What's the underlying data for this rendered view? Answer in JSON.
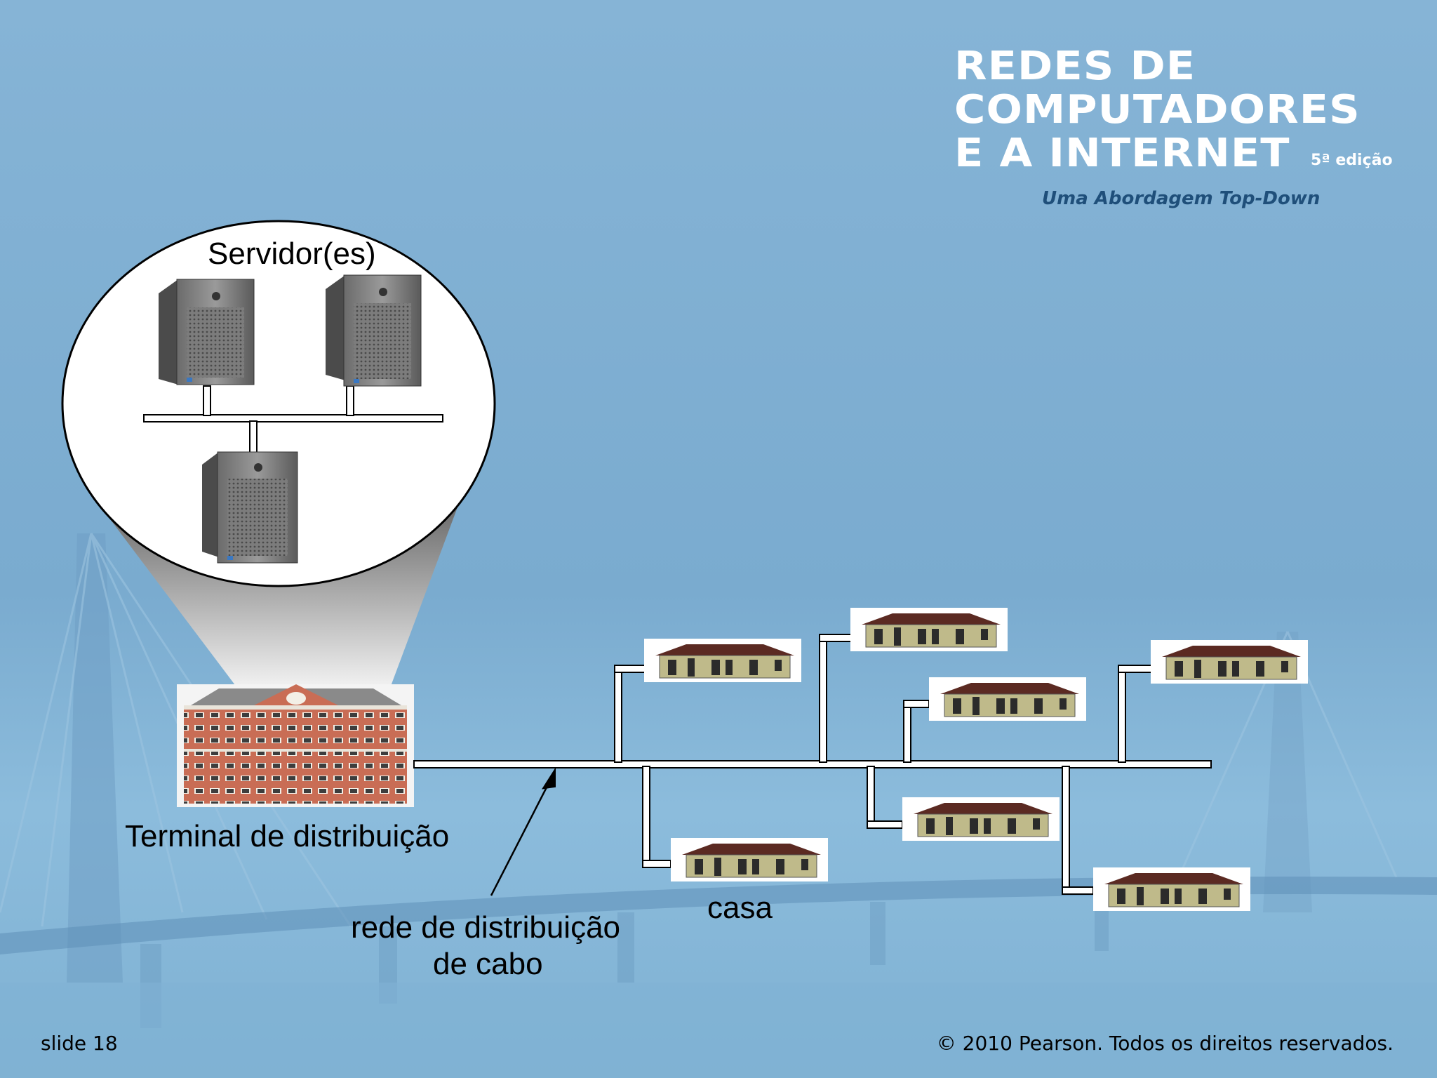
{
  "logo": {
    "line1": "REDES DE",
    "line2": "COMPUTADORES",
    "line3": "E A INTERNET",
    "edition": "5ª edição",
    "subtitle": "Uma Abordagem Top-Down"
  },
  "diagram": {
    "servers_label": "Servidor(es)",
    "headend_label": "Terminal de distribuição",
    "network_label_line1": "rede de distribuição",
    "network_label_line2": "de cabo",
    "home_label": "casa"
  },
  "footer": {
    "slide": "slide 18",
    "copyright": "© 2010 Pearson. Todos os direitos reservados."
  },
  "colors": {
    "background": "#7fb0d4",
    "logo_text": "#ffffff",
    "subtitle_text": "#1f4f7a",
    "cable": "#ffffff"
  }
}
